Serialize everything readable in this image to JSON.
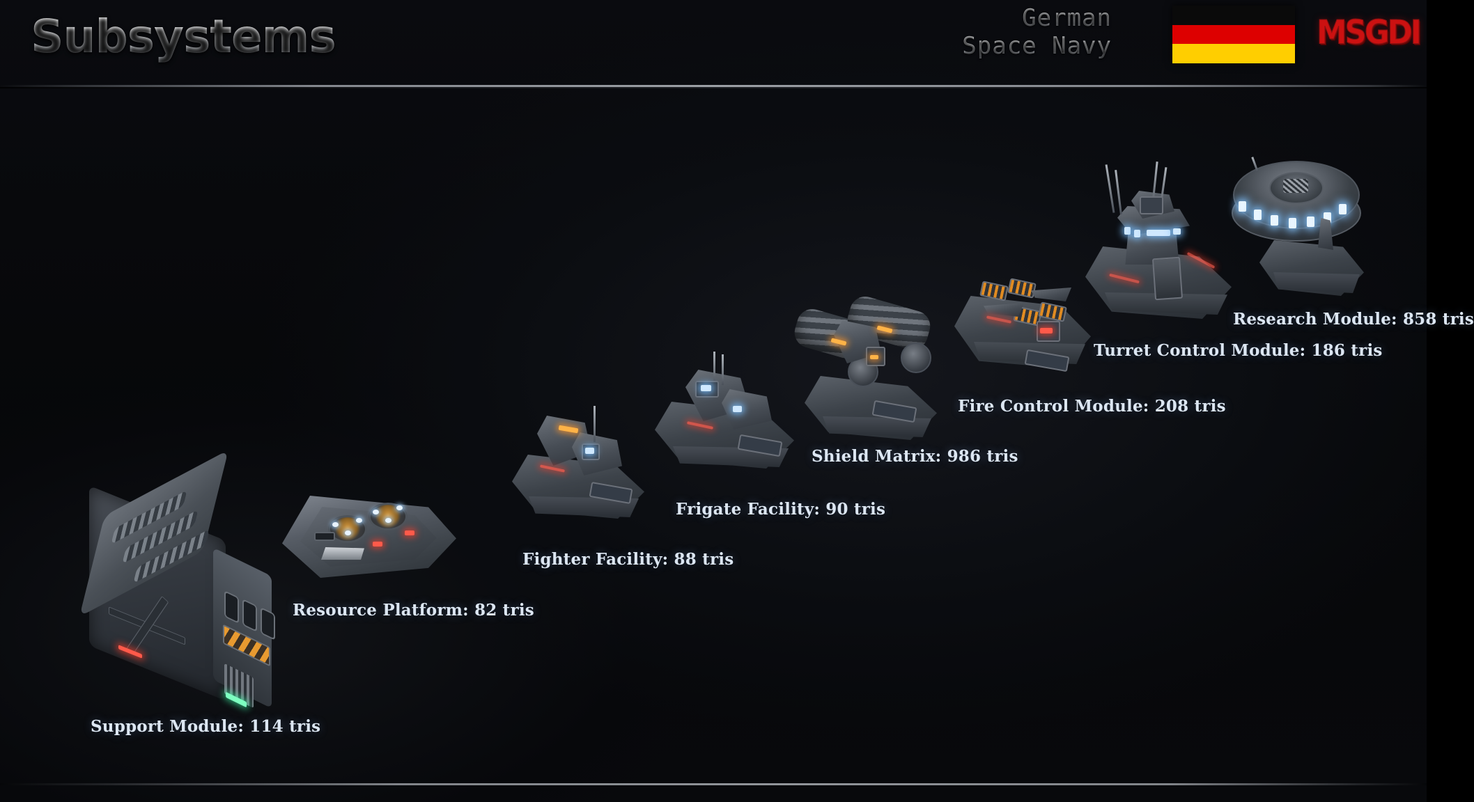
{
  "header": {
    "title": "Subsystems",
    "faction_line1": "German",
    "faction_line2": "Space Navy",
    "flag_name": "german-flag",
    "brand": "MSGDI"
  },
  "colors": {
    "background": "#07080b",
    "label_text": "#dce6f2",
    "title_gradient_top": "#ffffff",
    "title_gradient_bottom": "#8e9298",
    "brand_red": "#cc1111",
    "flag_black": "#0a0a0a",
    "flag_red": "#dd0000",
    "flag_gold": "#ffce00",
    "glow_blue": "#cfe8ff",
    "glow_orange": "#ffb347",
    "glow_red": "#ff5a4a",
    "glow_green": "#7dffc0"
  },
  "items": [
    {
      "id": "support-module",
      "name": "Support Module",
      "tris": "114",
      "label": "Support Module: 114 tris"
    },
    {
      "id": "resource-platform",
      "name": "Resource Platform",
      "tris": "82",
      "label": "Resource Platform: 82 tris"
    },
    {
      "id": "fighter-facility",
      "name": "Fighter Facility",
      "tris": "88",
      "label": "Fighter Facility: 88 tris"
    },
    {
      "id": "frigate-facility",
      "name": "Frigate Facility",
      "tris": "90",
      "label": "Frigate Facility: 90 tris"
    },
    {
      "id": "shield-matrix",
      "name": "Shield Matrix",
      "tris": "986",
      "label": "Shield Matrix: 986 tris"
    },
    {
      "id": "fire-control-module",
      "name": "Fire Control Module",
      "tris": "208",
      "label": "Fire Control Module: 208 tris"
    },
    {
      "id": "turret-control-module",
      "name": "Turret Control Module",
      "tris": "186",
      "label": "Turret Control Module: 186 tris"
    },
    {
      "id": "research-module",
      "name": "Research Module",
      "tris": "858",
      "label": "Research Module: 858 tris"
    }
  ]
}
